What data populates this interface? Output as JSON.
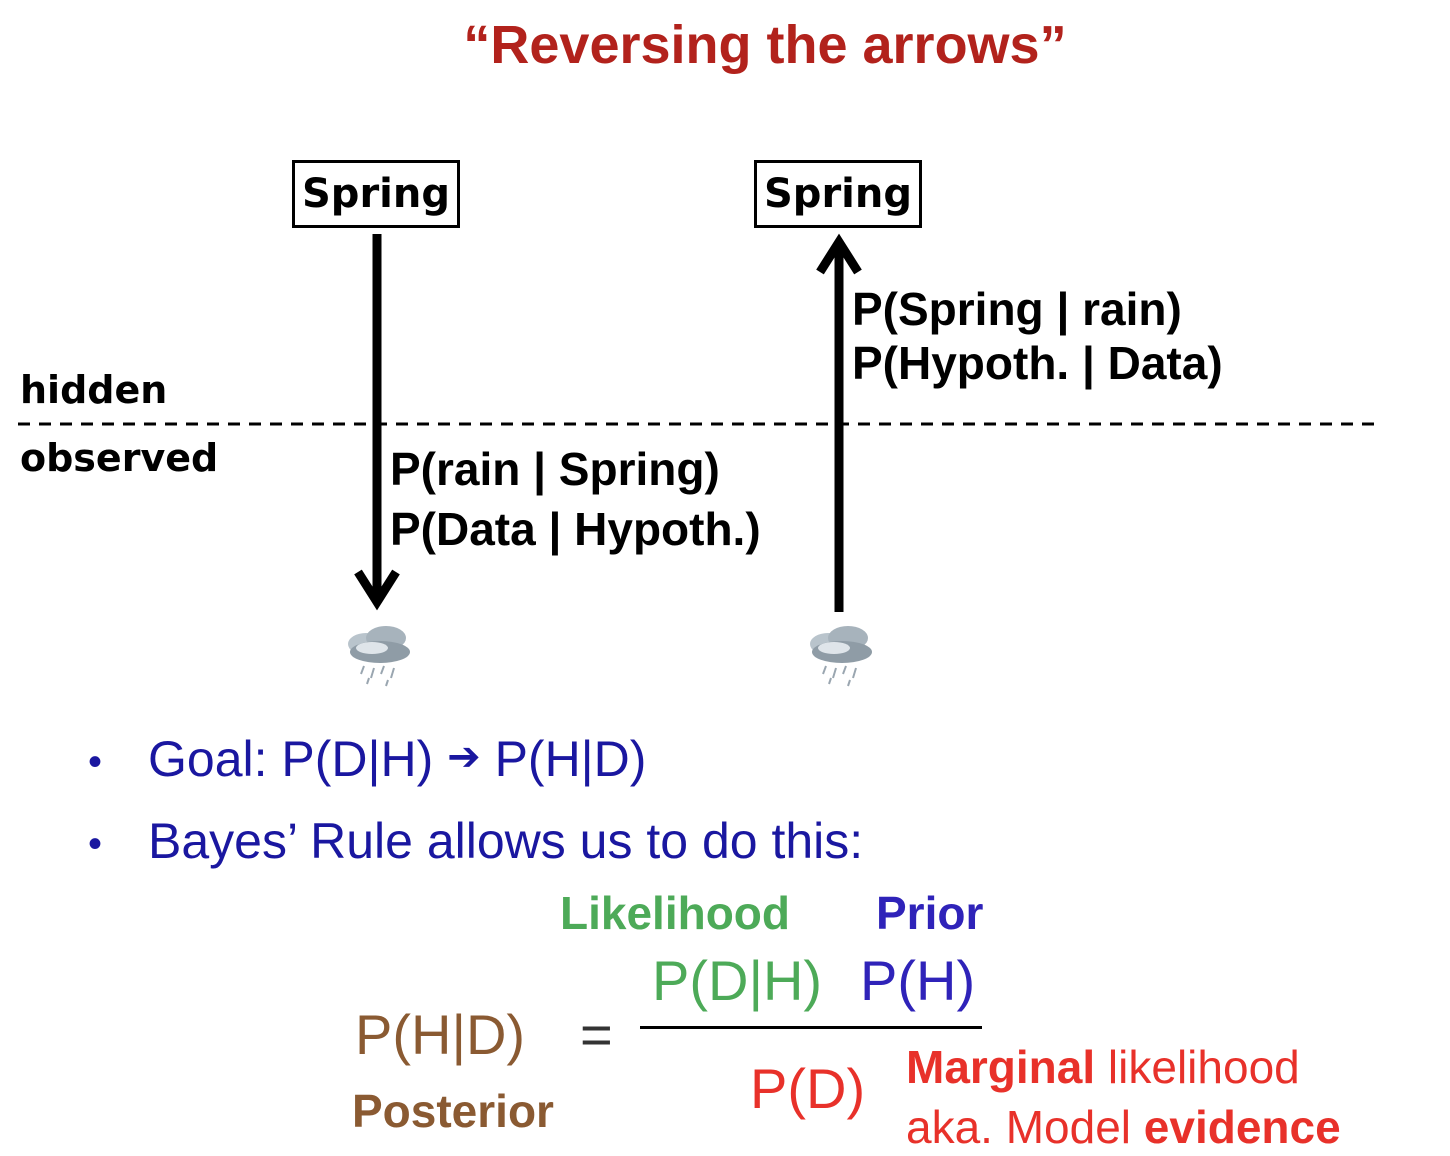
{
  "title": "“Reversing the arrows”",
  "diagram": {
    "left_node": "Spring",
    "right_node": "Spring",
    "hidden_label": "hidden",
    "observed_label": "observed",
    "down_labels": [
      "P(rain | Spring)",
      "P(Data | Hypoth.)"
    ],
    "up_labels": [
      "P(Spring | rain)",
      "P(Hypoth. | Data)"
    ],
    "icon": "rain-cloud-icon"
  },
  "bullets": {
    "goal_prefix": "Goal: P(D|H) ",
    "goal_arrow": "➔",
    "goal_suffix": " P(H|D)",
    "bayes": "Bayes’ Rule allows us to do this:"
  },
  "formula": {
    "likelihood_label": "Likelihood",
    "prior_label": "Prior",
    "numerator_likelihood": "P(D|H)",
    "numerator_prior": "P(H)",
    "lhs": "P(H|D)",
    "equals": "=",
    "denominator": "P(D)",
    "posterior_label": "Posterior",
    "marginal_bold": "Marginal",
    "marginal_rest": " likelihood",
    "aka": "aka. Model ",
    "evidence": "evidence"
  },
  "colors": {
    "title": "#b2221c",
    "bullet_text": "#1a17a0",
    "likelihood": "#4daa58",
    "prior": "#2f23b9",
    "posterior": "#8a5a32",
    "evidence": "#e8312a"
  }
}
